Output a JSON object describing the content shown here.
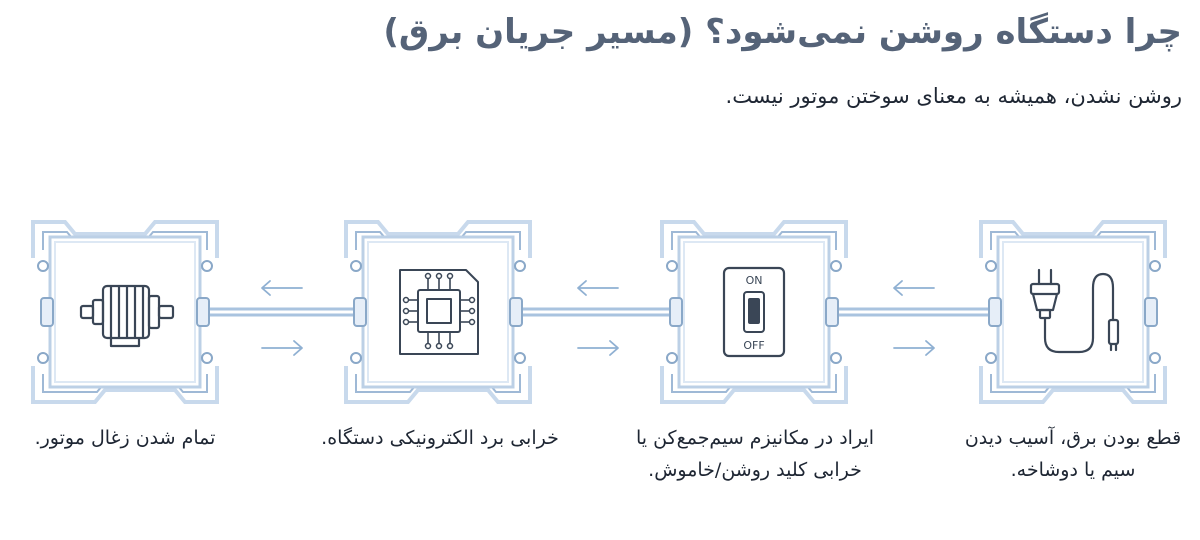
{
  "title": "چرا دستگاه روشن نمی‌شود؟ (مسیر جریان برق)",
  "subtitle": "روشن نشدن، همیشه به معنای سوختن موتور نیست.",
  "stages": [
    {
      "icon": "power-plug-icon",
      "caption": "قطع بودن برق، آسیب دیدن سیم یا دوشاخه."
    },
    {
      "icon": "on-off-switch-icon",
      "caption": "ایراد در مکانیزم سیم‌جمع‌کن یا خرابی کلید روشن/خاموش.",
      "switch_on": "ON",
      "switch_off": "OFF"
    },
    {
      "icon": "circuit-board-chip-icon",
      "caption": "خرابی برد الکترونیکی دستگاه."
    },
    {
      "icon": "electric-motor-icon",
      "caption": "تمام شدن زغال موتور."
    }
  ],
  "colors": {
    "frame": "#bcd0e6",
    "frame_inner": "#8aa8c8",
    "icon": "#3a4656",
    "title": "#556378",
    "text": "#1e2633"
  }
}
